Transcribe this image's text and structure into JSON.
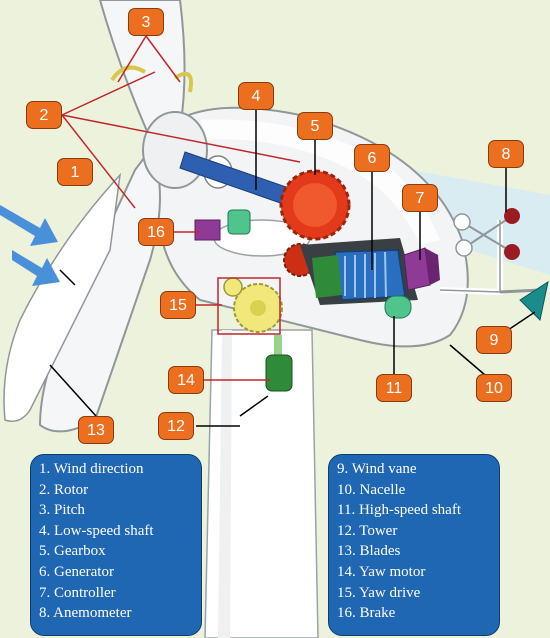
{
  "diagram": {
    "callouts": [
      {
        "id": "1",
        "name": "callout-1"
      },
      {
        "id": "2",
        "name": "callout-2"
      },
      {
        "id": "3",
        "name": "callout-3"
      },
      {
        "id": "4",
        "name": "callout-4"
      },
      {
        "id": "5",
        "name": "callout-5"
      },
      {
        "id": "6",
        "name": "callout-6"
      },
      {
        "id": "7",
        "name": "callout-7"
      },
      {
        "id": "8",
        "name": "callout-8"
      },
      {
        "id": "9",
        "name": "callout-9"
      },
      {
        "id": "10",
        "name": "callout-10"
      },
      {
        "id": "11",
        "name": "callout-11"
      },
      {
        "id": "12",
        "name": "callout-12"
      },
      {
        "id": "13",
        "name": "callout-13"
      },
      {
        "id": "14",
        "name": "callout-14"
      },
      {
        "id": "15",
        "name": "callout-15"
      },
      {
        "id": "16",
        "name": "callout-16"
      }
    ],
    "legend_left": [
      "1. Wind direction",
      "2. Rotor",
      "3. Pitch",
      "4. Low-speed shaft",
      "5. Gearbox",
      "6. Generator",
      "7. Controller",
      "8. Anemometer"
    ],
    "legend_right": [
      "9. Wind vane",
      "10. Nacelle",
      "11. High-speed shaft",
      "12. Tower",
      "13. Blades",
      "14. Yaw motor",
      "15. Yaw drive",
      "16. Brake"
    ],
    "colors": {
      "background": "#ecf2dc",
      "callout": "#ec6f1f",
      "legend": "#1f66b3",
      "wind_arrow": "#4a90d9",
      "gear": "#e23a1a",
      "shaft": "#2f5fb0",
      "generator": "#2a6fbf",
      "controller": "#8e3a96",
      "anemometer": "#9a1c22",
      "wind_vane": "#1a8c8c",
      "yaw_motor": "#2f8a3a",
      "guide_line": "#c0262c"
    }
  }
}
